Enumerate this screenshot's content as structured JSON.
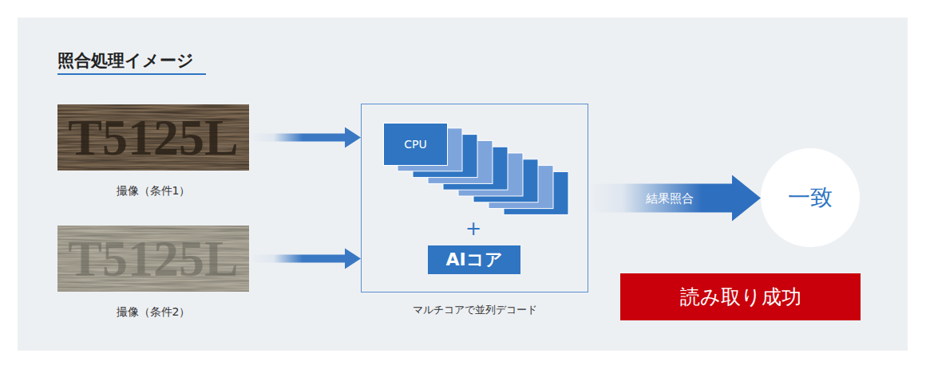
{
  "diagram": {
    "title": "照合処理イメージ",
    "nodes": [
      {
        "text": [
          "T5125L",
          "撮像（条件1）"
        ]
      },
      {
        "text": [
          "T5125L",
          "撮像（条件2）"
        ]
      },
      {
        "text": [
          "マルチコアで並列デコード"
        ]
      },
      {
        "text": [
          "CPU"
        ],
        "in": 2
      },
      {
        "text": [
          "AIコア"
        ],
        "in": 2
      },
      {
        "text": [
          "一致"
        ]
      },
      {
        "text": [
          "読み取り成功"
        ]
      }
    ],
    "edges": [
      {
        "from": 0,
        "to": 2,
        "arrow": "to"
      },
      {
        "from": 1,
        "to": 2,
        "arrow": "to"
      },
      {
        "from": 2,
        "to": 5,
        "label": "結果照合",
        "arrow": "to"
      }
    ],
    "labels": [
      "+"
    ]
  }
}
